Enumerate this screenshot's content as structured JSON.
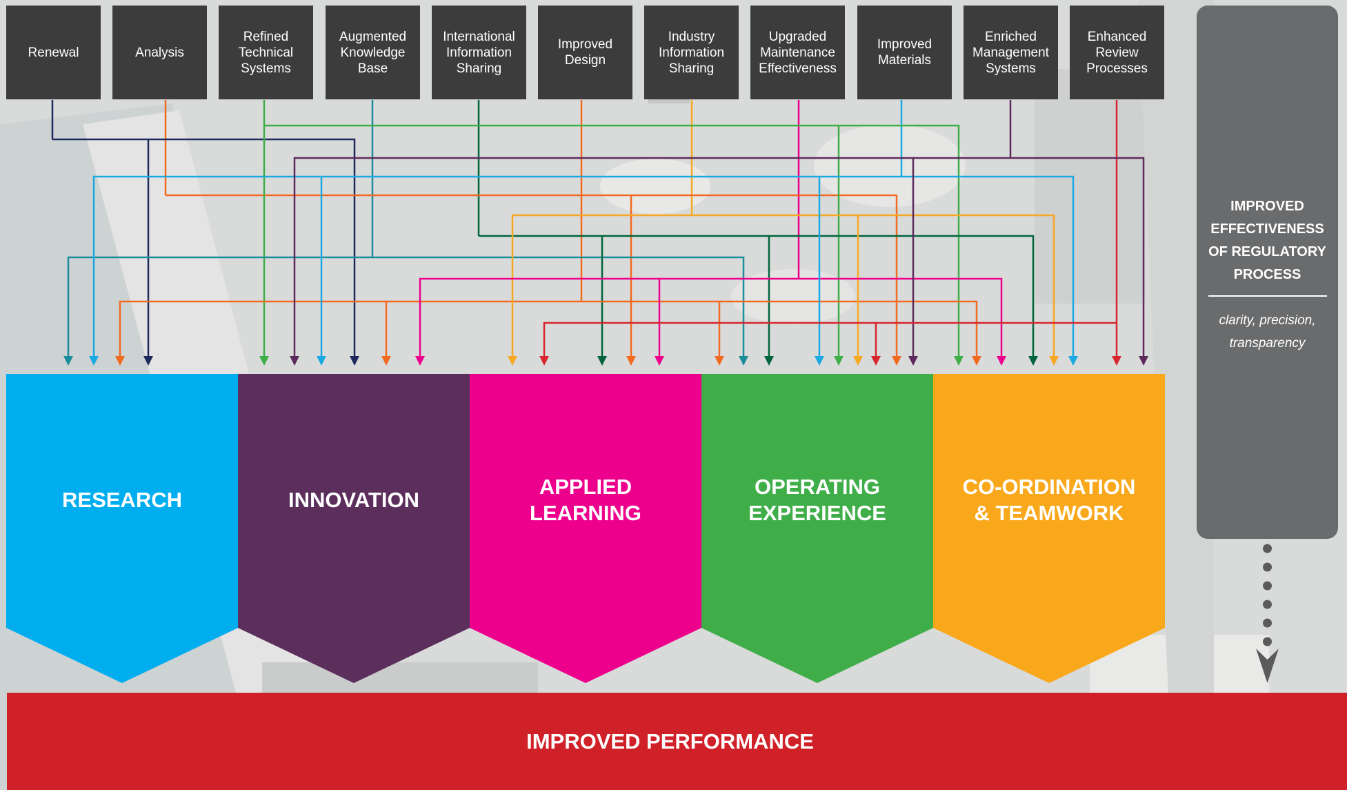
{
  "colors": {
    "box_bg": "#3c3c3c",
    "footer": "#cf2127",
    "side_panel": "#6a6b6c",
    "side_dots": "#5a5a5a"
  },
  "inputs": [
    {
      "label": "Renewal",
      "color": "#1e2a5e"
    },
    {
      "label": "Analysis",
      "color": "#f26a21"
    },
    {
      "label": "Refined\nTechnical\nSystems",
      "color": "#3fae49"
    },
    {
      "label": "Augmented\nKnowledge\nBase",
      "color": "#1a8c9c"
    },
    {
      "label": "International\nInformation\nSharing",
      "color": "#00653b"
    },
    {
      "label": "Improved\nDesign",
      "color": "#f26a21"
    },
    {
      "label": "Industry\nInformation\nSharing",
      "color": "#f7a823"
    },
    {
      "label": "Upgraded\nMaintenance\nEffectiveness",
      "color": "#ec008c"
    },
    {
      "label": "Improved\nMaterials",
      "color": "#1ba9e1"
    },
    {
      "label": "Enriched\nManagement\nSystems",
      "color": "#5e2a5e"
    },
    {
      "label": "Enhanced\nReview\nProcesses",
      "color": "#d7262e"
    }
  ],
  "pillars": [
    {
      "label": "RESEARCH",
      "color": "#00adef"
    },
    {
      "label": "INNOVATION",
      "color": "#5c2e5c"
    },
    {
      "label": "APPLIED\nLEARNING",
      "color": "#ec008c"
    },
    {
      "label": "OPERATING\nEXPERIENCE",
      "color": "#3fae49"
    },
    {
      "label": "CO-ORDINATION\n& TEAMWORK",
      "color": "#f9a81b"
    }
  ],
  "side_panel": {
    "title": "IMPROVED\nEFFECTIVENESS\nOF REGULATORY\nPROCESS",
    "subtitle": "clarity, precision,\ntransparency"
  },
  "footer": {
    "label": "IMPROVED PERFORMANCE"
  }
}
